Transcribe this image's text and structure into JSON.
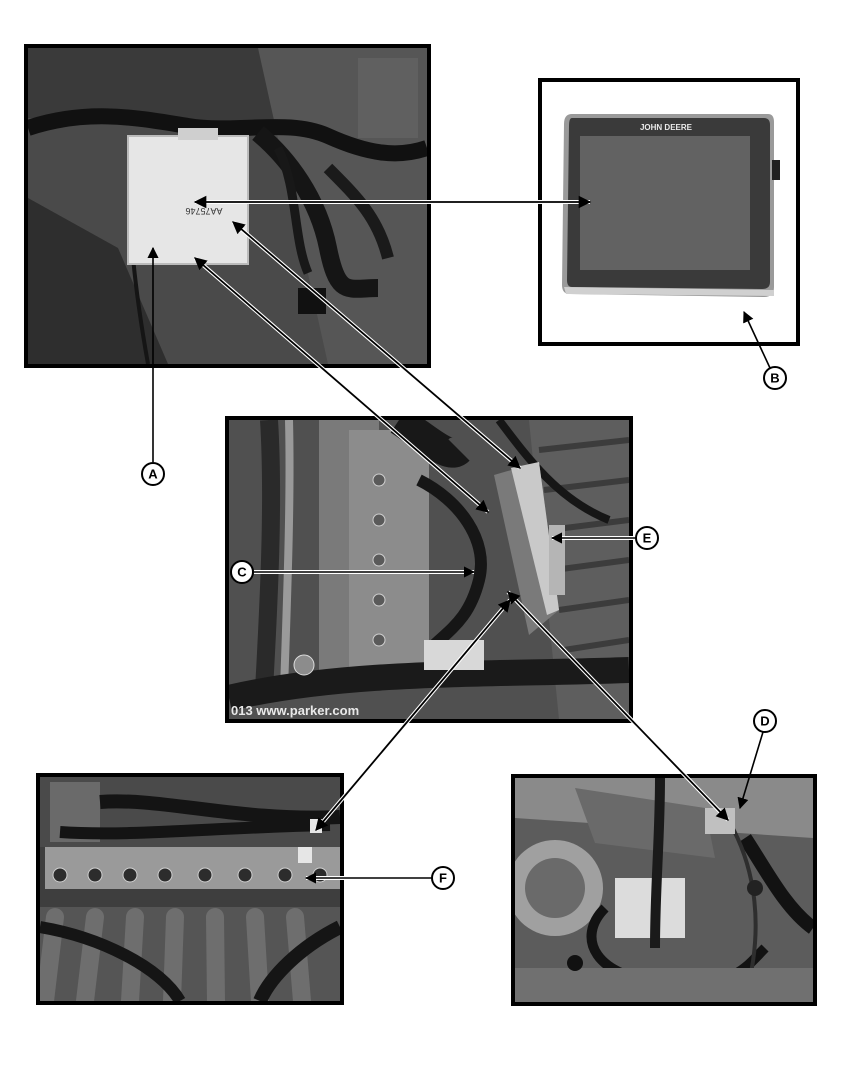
{
  "callouts": [
    {
      "id": "A",
      "label": "A"
    },
    {
      "id": "B",
      "label": "B"
    },
    {
      "id": "C",
      "label": "C"
    },
    {
      "id": "D",
      "label": "D"
    },
    {
      "id": "E",
      "label": "E"
    },
    {
      "id": "F",
      "label": "F"
    }
  ],
  "photos": {
    "controller": {
      "part_number": "AA75746"
    },
    "display": {
      "brand": "JOHN DEERE"
    },
    "manifold": {
      "hose_print": "013 www.parker.com"
    }
  }
}
